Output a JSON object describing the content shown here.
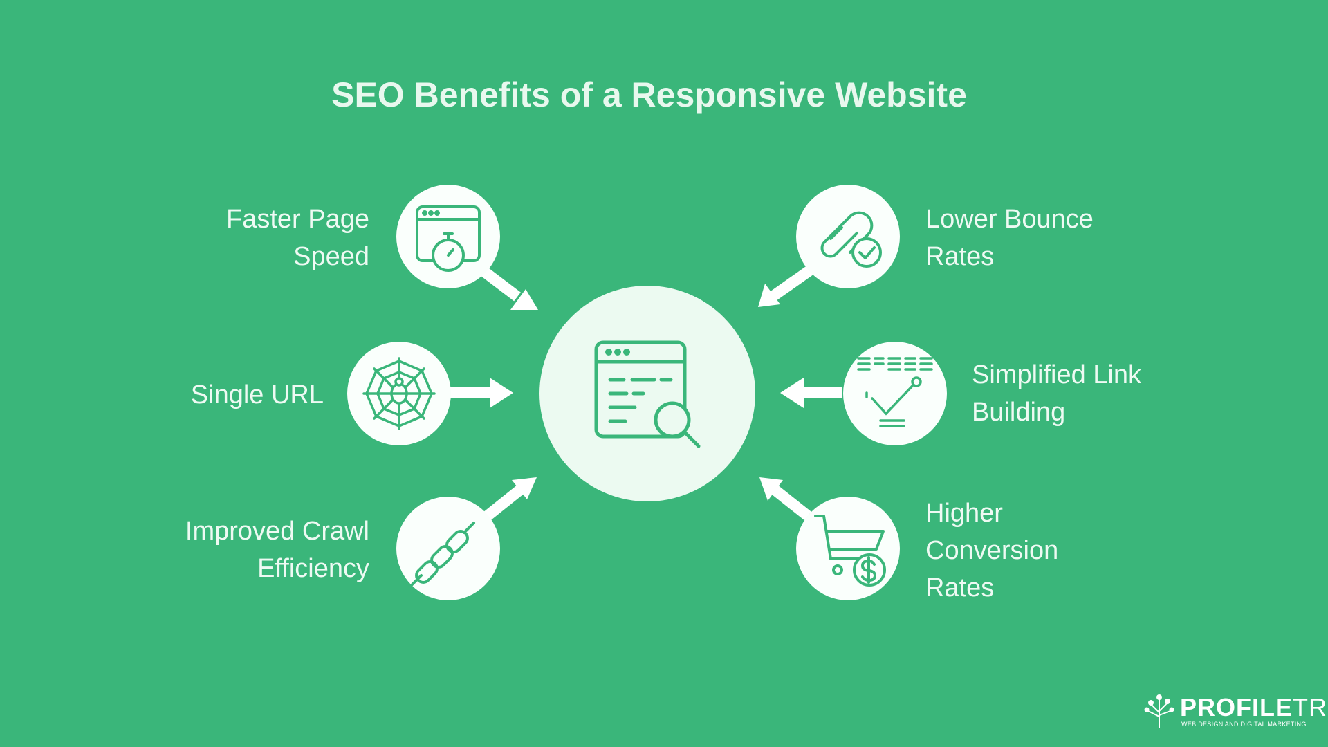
{
  "title": "SEO Benefits of a Responsive Website",
  "benefits": {
    "faster_page_speed": {
      "line1": "Faster Page",
      "line2": "Speed",
      "icon": "stopwatch-icon"
    },
    "single_url": {
      "line1": "Single URL",
      "icon": "spider-web-icon"
    },
    "improved_crawl_efficiency": {
      "line1": "Improved Crawl",
      "line2": "Efficiency",
      "icon": "chain-link-icon"
    },
    "lower_bounce_rates": {
      "line1": "Lower Bounce",
      "line2": "Rates",
      "icon": "paperclip-check-icon"
    },
    "simplified_link_building": {
      "line1": "Simplified Link",
      "line2": "Building",
      "icon": "link-graph-icon"
    },
    "higher_conversion_rates": {
      "line1": "Higher",
      "line2": "Conversion",
      "line3": "Rates",
      "icon": "cart-dollar-icon"
    }
  },
  "center": {
    "icon": "browser-search-icon"
  },
  "brand": {
    "name_bold": "PROFILE",
    "name_light": "TREE",
    "tagline": "WEB DESIGN AND DIGITAL MARKETING",
    "icon": "tree-logo-icon"
  },
  "colors": {
    "background": "#3ab67a",
    "icon_stroke": "#3ab67a",
    "circle_fill": "#fafffc"
  }
}
